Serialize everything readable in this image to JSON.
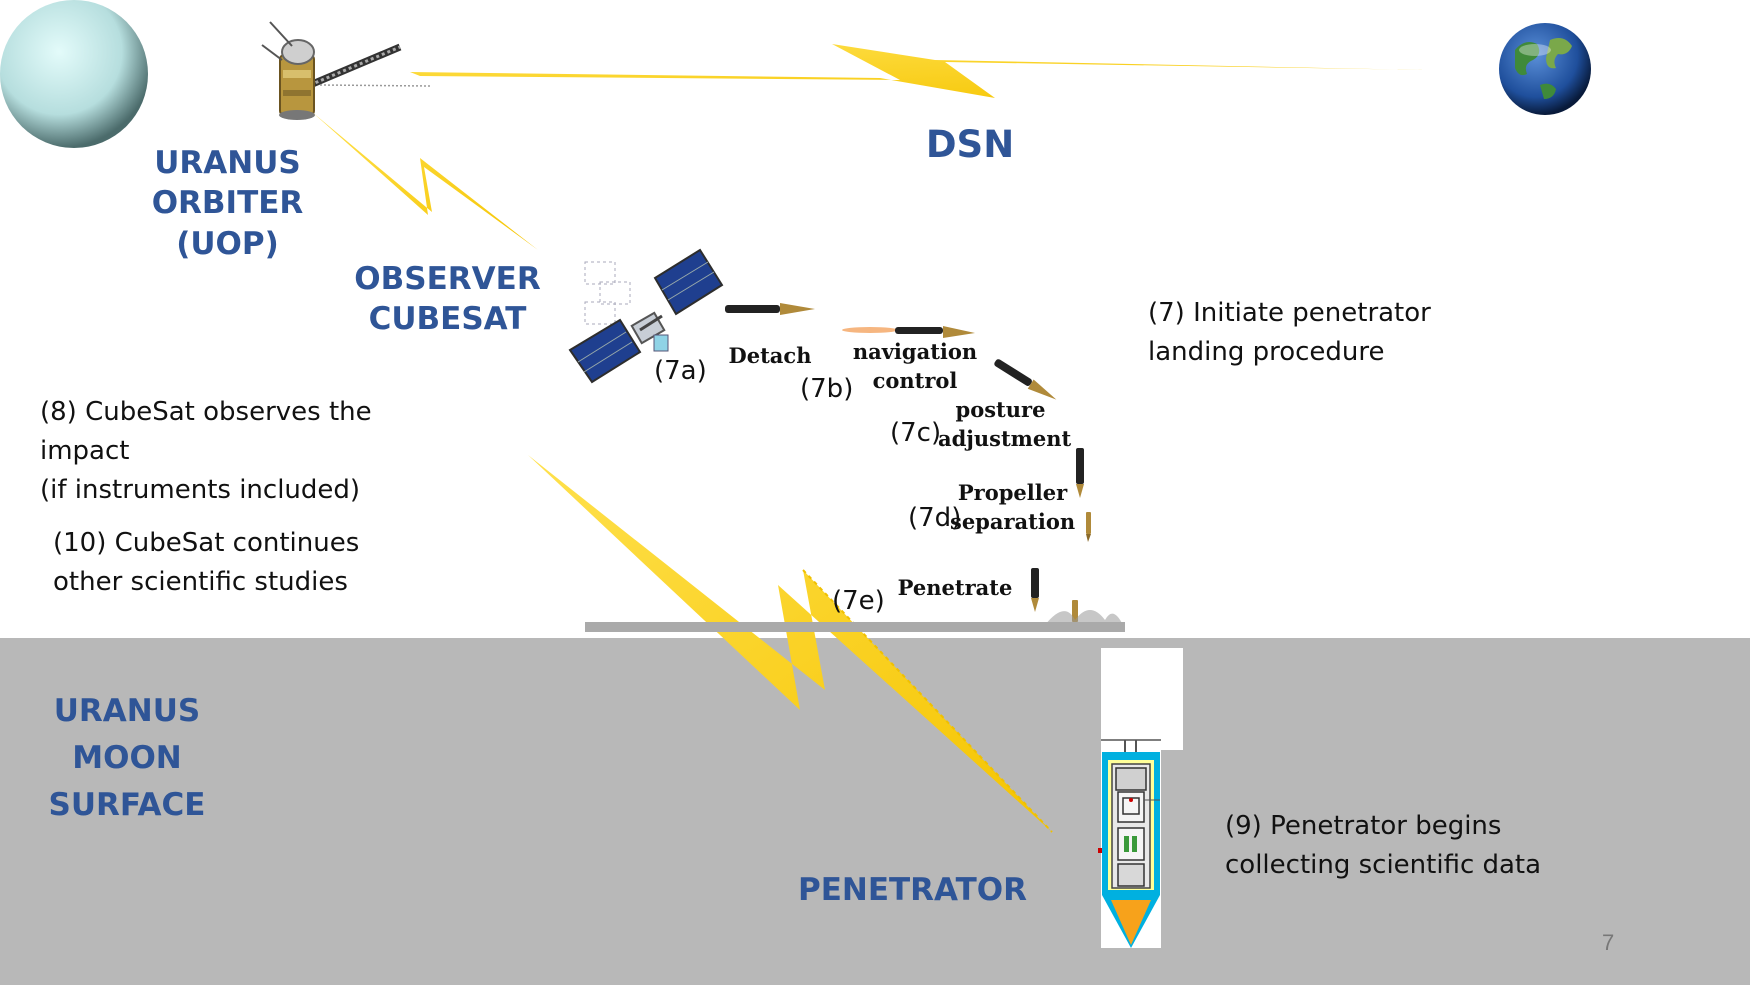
{
  "labels": {
    "uranus_orbiter": [
      "URANUS",
      "ORBITER",
      "(UOP)"
    ],
    "dsn": "DSN",
    "observer_cubesat": [
      "OBSERVER",
      "CUBESAT"
    ],
    "uranus_moon_surface": [
      "URANUS",
      "MOON",
      "SURFACE"
    ],
    "penetrator": "PENETRATOR"
  },
  "notes": {
    "step7": [
      "(7) Initiate penetrator",
      "landing procedure"
    ],
    "step8": [
      "(8) CubeSat observes the",
      "impact",
      "(if instruments included)"
    ],
    "step10": [
      "(10) CubeSat continues",
      "other scientific studies"
    ],
    "step9": [
      "(9) Penetrator begins",
      "collecting scientific data"
    ]
  },
  "sequence": {
    "detach": "Detach",
    "navigation_control": [
      "navigation",
      "control"
    ],
    "posture_adjustment": [
      "posture",
      "adjustment"
    ],
    "propeller_separation": [
      "Propeller",
      "separation"
    ],
    "penetrate": "Penetrate",
    "steps": [
      "(7a)",
      "(7b)",
      "(7c)",
      "(7d)",
      "(7e)"
    ]
  },
  "page_number": "7",
  "colors": {
    "label_blue": "#2f5597",
    "lightning": "#fdd835",
    "surface_gray": "#b8b8b8",
    "uranus": "#bfe7e6"
  }
}
